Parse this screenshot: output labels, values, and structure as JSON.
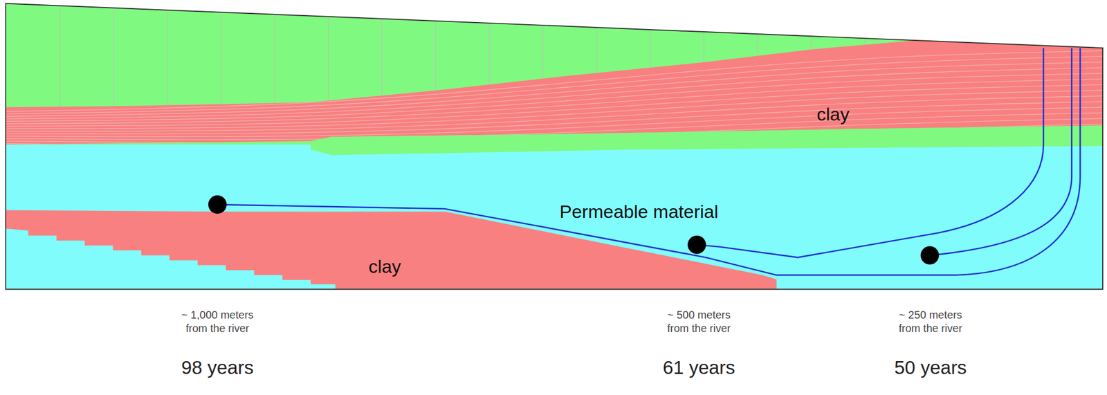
{
  "diagram": {
    "labels": [
      "clay",
      "Permeable material",
      "clay",
      "~ 1,000 meters from the river",
      "98 years",
      "~ 500 meters from the river",
      "61 years",
      "~ 250 meters from the river",
      "50 years"
    ]
  }
}
